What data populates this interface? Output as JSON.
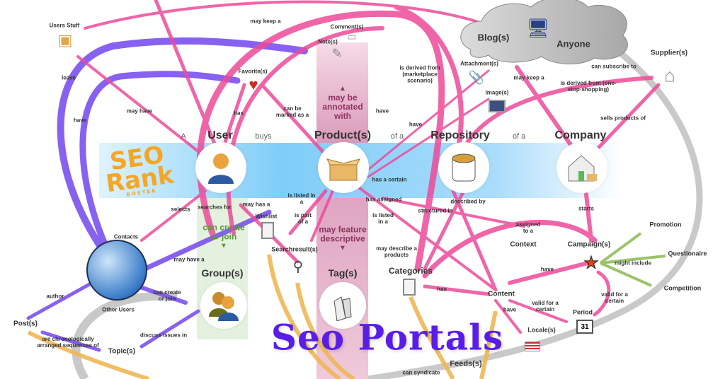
{
  "nodes": {
    "users_stuff": "Users Stuff",
    "comments": "Comment(s)",
    "notes": "Note(s)",
    "favorites": "Favorite(s)",
    "user": "User",
    "product": "Product(s)",
    "repository": "Repository",
    "company": "Company",
    "blogs": "Blog(s)",
    "anyone": "Anyone",
    "supplier": "Supplier(s)",
    "attachment": "Attachment(s)",
    "images": "Image(s)",
    "wishlist": "Wishlist",
    "searchresult": "Searchresult(s)",
    "groups": "Group(s)",
    "tags": "Tag(s)",
    "other_users": "Other Users",
    "contacts": "Contacts",
    "posts": "Post(s)",
    "topics": "Topic(s)",
    "categories": "Categories",
    "content": "Content",
    "context": "Context",
    "campaigns": "Campaign(s)",
    "promotion": "Promotion",
    "questionaire": "Questionaire",
    "competition": "Competition",
    "period": "Period",
    "period_day": "31",
    "locales": "Locale(s)",
    "feeds": "Feeds(s)"
  },
  "connectors": {
    "a": "A",
    "buys": "buys",
    "of_a_1": "of a",
    "of_a_2": "of a"
  },
  "bands": {
    "annotated": "may be annotated with",
    "create_join": "can create or join",
    "feature": "may feature descriptive"
  },
  "edges": {
    "may_keep_a_1": "may keep a",
    "leave": "leave",
    "have_1": "have",
    "may_have": "may have",
    "has_1": "has",
    "can_be_marked": "can be marked as a",
    "derived_market": "is derived from (marketplace scenario)",
    "may_keep_a_2": "may keep a",
    "can_subscribe": "can subscribe to",
    "derived_one_stop": "is derived from (one-stop-shopping)",
    "sells_products": "sells products of",
    "have_2": "have",
    "have_3": "have",
    "has_a_certain": "has a certain",
    "selects": "selects",
    "searches_for": "searches for",
    "may_has_a": "may has a",
    "listed_in_1": "is listed in a",
    "part_of": "is part of a",
    "listed_in_2": "is listed in a",
    "has_assigned": "has assigned",
    "described_by": "described by",
    "structured_in": "structured in",
    "starts": "starts",
    "may_describe": "may describe a products",
    "may_have_a": "may have a",
    "can_create_join": "can create or join",
    "author": "author",
    "chronological": "are chronologically arranged sequences of",
    "discuss": "discuss issues in",
    "assigned_to": "assigned to a",
    "have_4": "have",
    "might_include": "might include",
    "has_2": "has",
    "valid_1": "valid for a certain",
    "valid_2": "valid for a certain",
    "have_5": "have",
    "can_syndicate": "can syndicate"
  },
  "logo": {
    "text": "SEO Rank",
    "sub": "BOSTER"
  },
  "title": "Seo Portals",
  "colors": {
    "pink": "#ee4b9a",
    "purple": "#7b52ef",
    "grey": "#c9c9c9",
    "orange": "#f0b755",
    "green": "#9bc46a",
    "blue_band": "#8fd4fb",
    "title": "#5a1de8"
  }
}
